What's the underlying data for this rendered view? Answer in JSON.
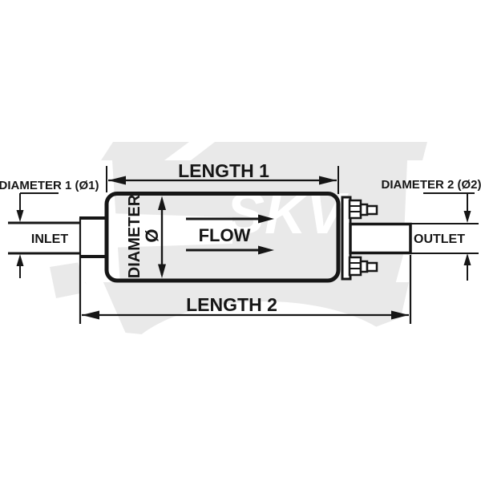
{
  "diagram": {
    "title": "fuel pump dimension drawing",
    "labels": {
      "length1": "LENGTH 1",
      "length2": "LENGTH 2",
      "diameter1": "DIAMETER 1 (Ø1)",
      "diameter2": "DIAMETER 2 (Ø2)",
      "inlet": "INLET",
      "outlet": "OUTLET",
      "flow": "FLOW",
      "diameter": "DIAMETER",
      "diameter_symbol": "Ø"
    },
    "watermark_text": "SKV",
    "colors": {
      "line": "#161616",
      "watermark_gray": "#e9e9e9",
      "background": "#ffffff"
    }
  }
}
